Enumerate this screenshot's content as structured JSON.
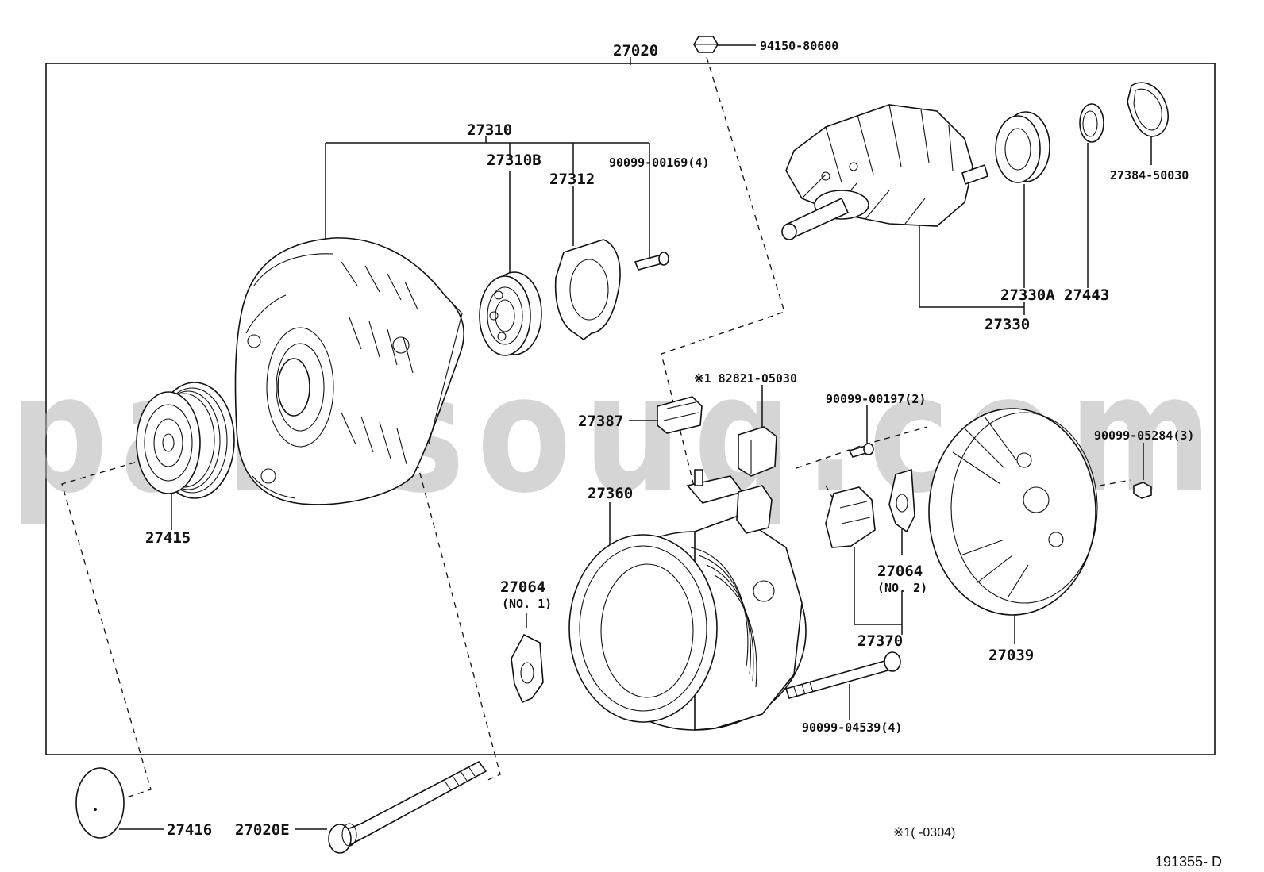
{
  "diagram": {
    "watermark": "partsouq.com",
    "footer_code": "191355- D",
    "footnote": "※1(        -0304)",
    "parts": {
      "p27020": "27020",
      "p94150": "94150-80600",
      "p27310": "27310",
      "p27310B": "27310B",
      "p27312": "27312",
      "p90099_169": "90099-00169(4)",
      "p27384": "27384-50030",
      "p27330A": "27330A",
      "p27443": "27443",
      "p27330": "27330",
      "p82821": "※1 82821-05030",
      "p90099_197": "90099-00197(2)",
      "p27387": "27387",
      "p90099_5284": "90099-05284(3)",
      "p27360": "27360",
      "p27415": "27415",
      "p27064_2": "27064",
      "p27064_2_sub": "(NO. 2)",
      "p27064_1": "27064",
      "p27064_1_sub": "(NO. 1)",
      "p27370": "27370",
      "p27039": "27039",
      "p90099_4539": "90099-04539(4)",
      "p27416": "27416",
      "p27020E": "27020E"
    }
  }
}
